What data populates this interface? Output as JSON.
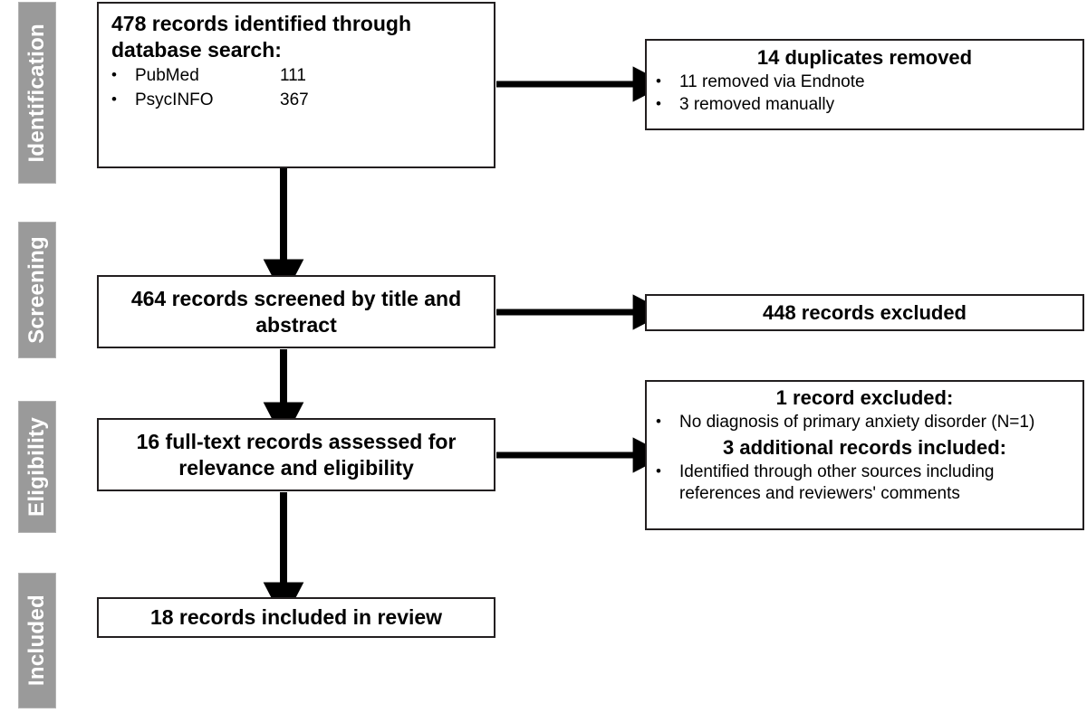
{
  "diagram": {
    "type": "prisma-flow-diagram",
    "accent_gray": "#9a9a9a",
    "line_color": "#231f20",
    "stages": [
      {
        "id": "identification",
        "label": "Identification"
      },
      {
        "id": "screening",
        "label": "Screening"
      },
      {
        "id": "eligibility",
        "label": "Eligibility"
      },
      {
        "id": "included",
        "label": "Included"
      }
    ],
    "boxes": {
      "identified": {
        "title_line1": "478 records identified through",
        "title_line2": "database search:",
        "bullets": [
          {
            "bullet": "•",
            "name": "PubMed",
            "value": "111"
          },
          {
            "bullet": "•",
            "name": "PsycINFO",
            "value": "367"
          }
        ]
      },
      "duplicates": {
        "title": "14 duplicates removed",
        "bullets": [
          {
            "bullet": "•",
            "text": "11 removed via Endnote"
          },
          {
            "bullet": "•",
            "text": "3 removed manually"
          }
        ]
      },
      "screened": {
        "title_line1": "464 records screened by title and",
        "title_line2": "abstract"
      },
      "excluded_screening": {
        "title": "448 records excluded"
      },
      "fulltext": {
        "title_line1": "16 full-text records assessed for",
        "title_line2": "relevance and eligibility"
      },
      "eligibility_outcome": {
        "title_excluded": "1 record excluded:",
        "bullet_excluded": {
          "bullet": "•",
          "text": "No diagnosis of primary anxiety disorder (N=1)"
        },
        "title_additional": "3 additional records included:",
        "bullet_additional": {
          "bullet": "•",
          "line1": "Identified through other sources including",
          "line2": "references and reviewers' comments"
        }
      },
      "included_final": {
        "title": "18 records included in review"
      }
    },
    "counts": {
      "identified_total": 478,
      "pubmed": 111,
      "psycinfo": 367,
      "duplicates_removed": 14,
      "duplicates_endnote": 11,
      "duplicates_manual": 3,
      "screened": 464,
      "excluded_screening": 448,
      "fulltext_assessed": 16,
      "excluded_fulltext": 1,
      "additional_included": 3,
      "included_final": 18
    }
  }
}
